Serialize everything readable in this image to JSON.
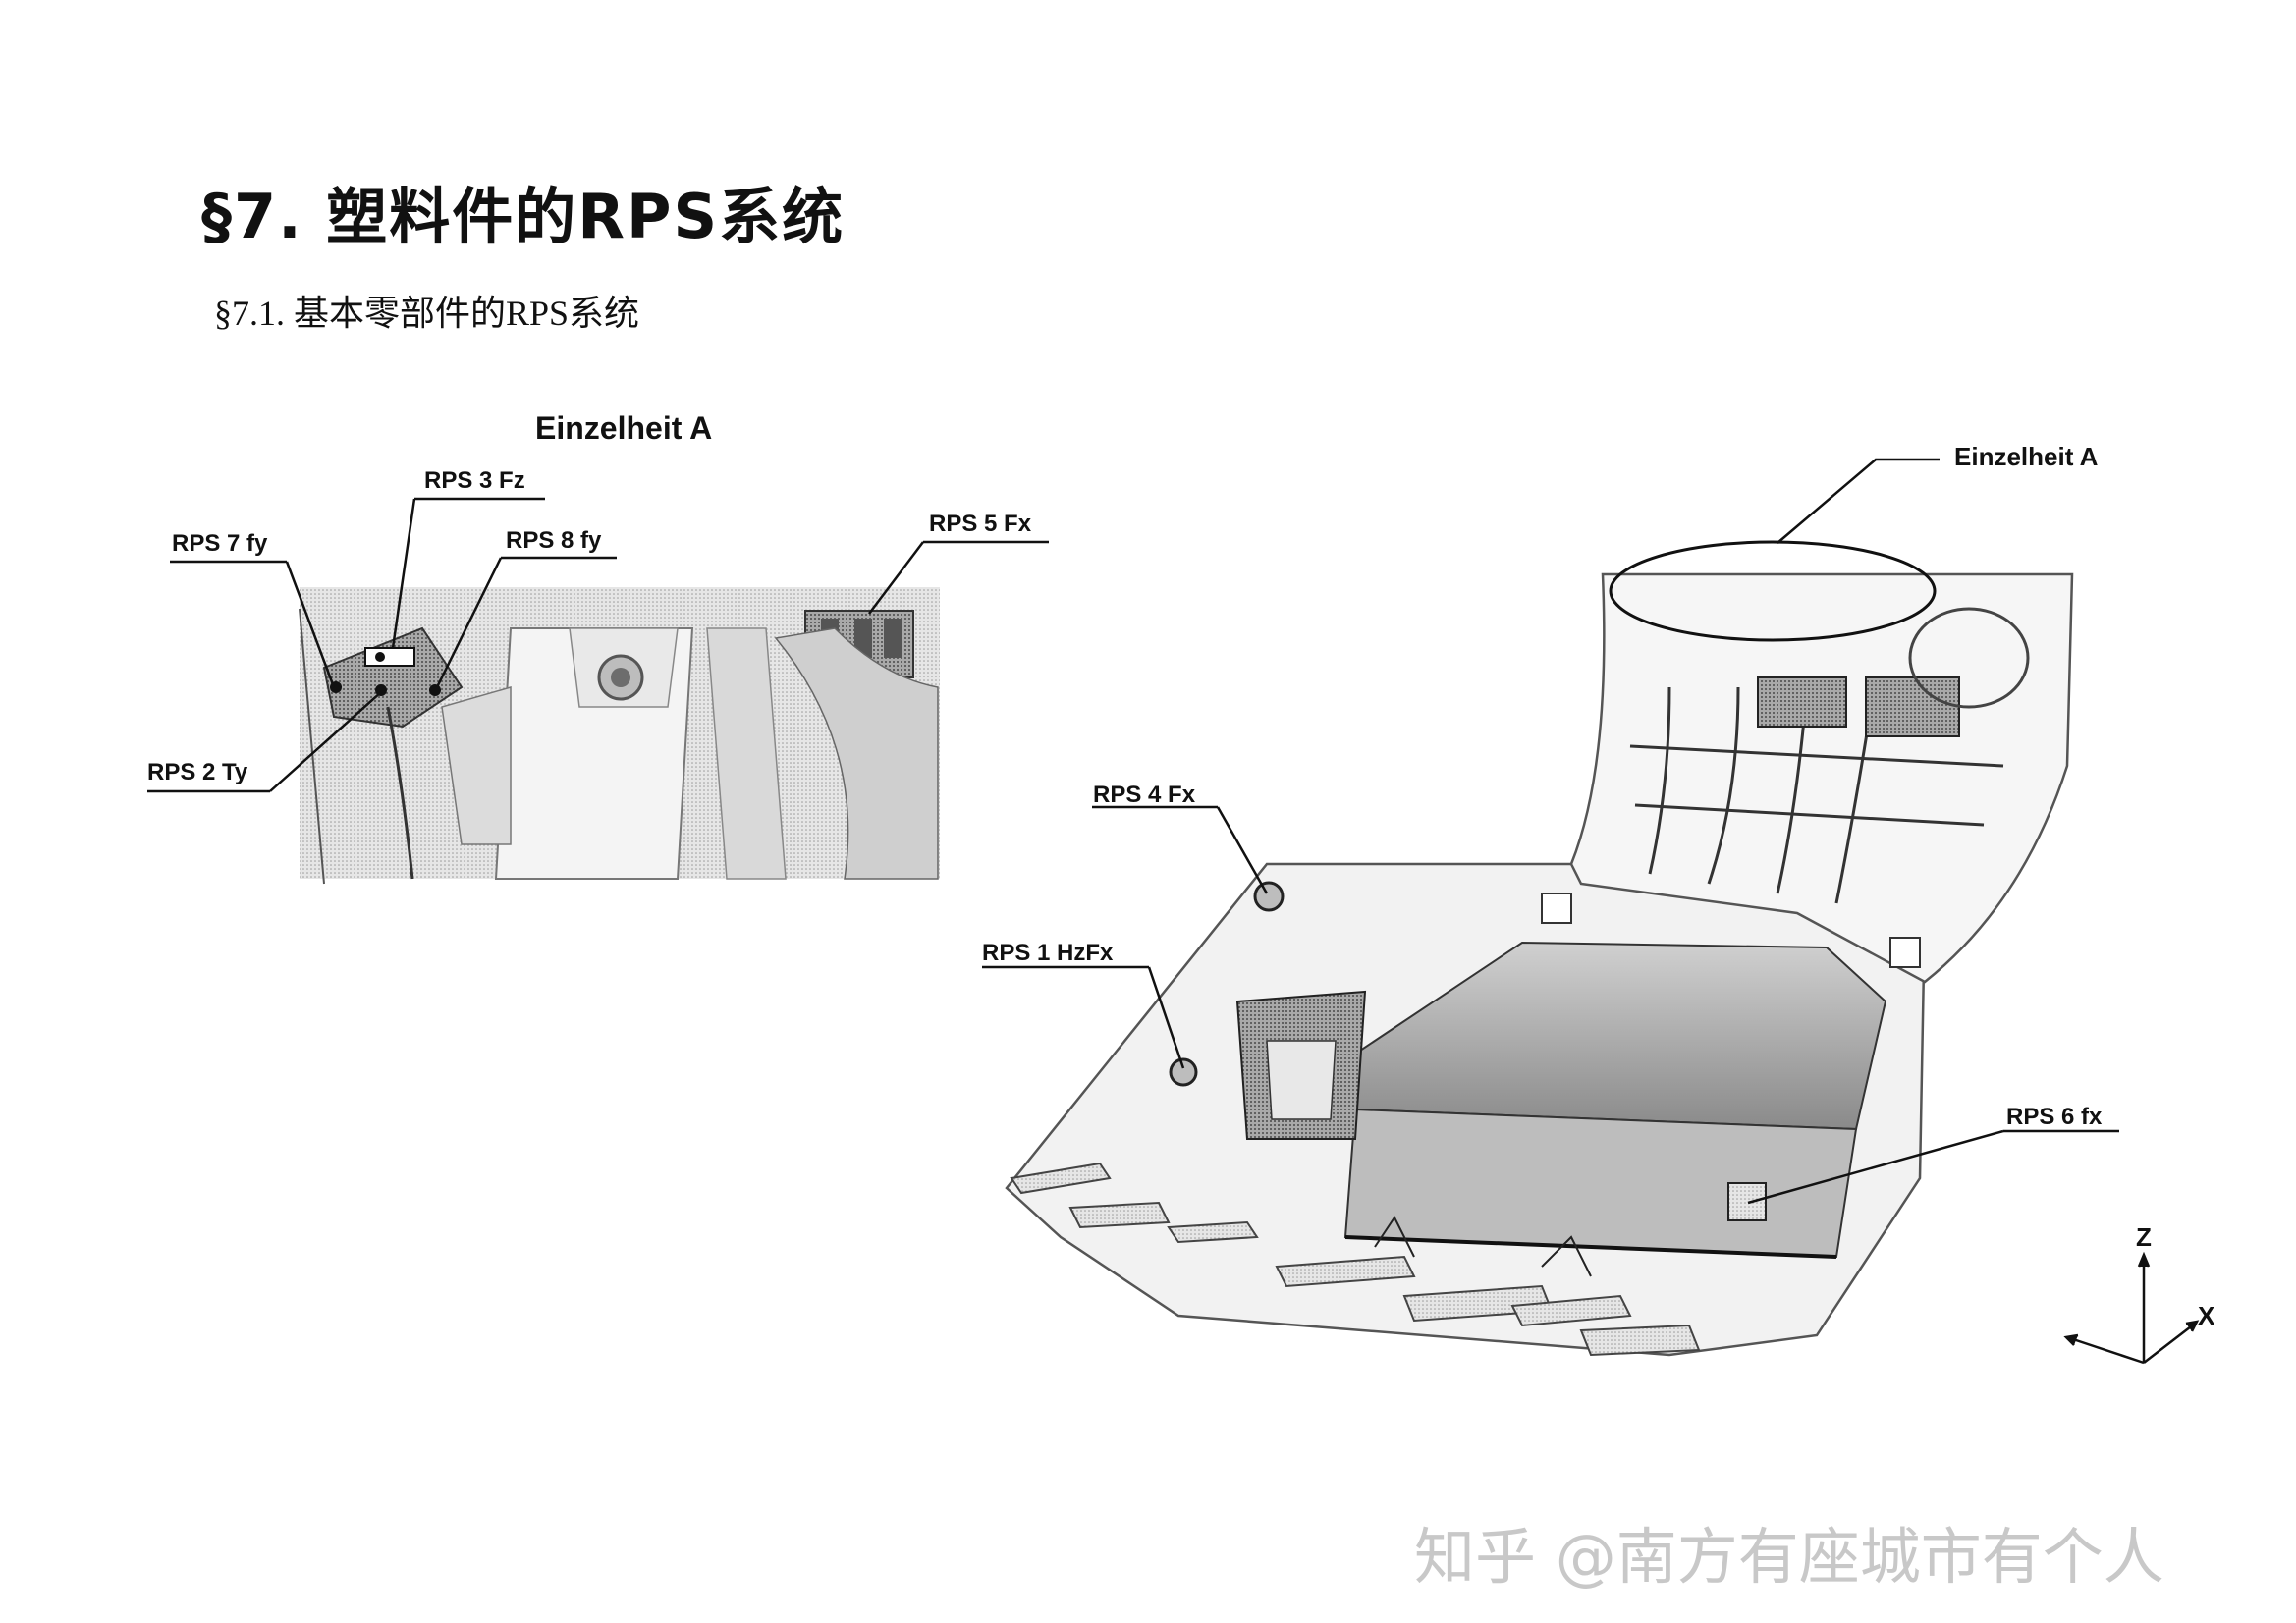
{
  "heading": "§7. 塑料件的RPS系统",
  "subheading": "§7.1. 基本零部件的RPS系统",
  "detail_view": {
    "title": "Einzelheit A",
    "labels": {
      "rps3": "RPS 3 Fz",
      "rps7": "RPS 7 fy",
      "rps8": "RPS 8 fy",
      "rps5": "RPS 5 Fx",
      "rps2": "RPS 2 Ty"
    }
  },
  "main_view": {
    "callout": "Einzelheit A",
    "labels": {
      "rps4": "RPS 4 Fx",
      "rps1": "RPS 1 HzFx",
      "rps6": "RPS 6 fx"
    },
    "axes": {
      "z": "Z",
      "x": "X"
    }
  },
  "watermark": "知乎 @南方有座城市有个人"
}
